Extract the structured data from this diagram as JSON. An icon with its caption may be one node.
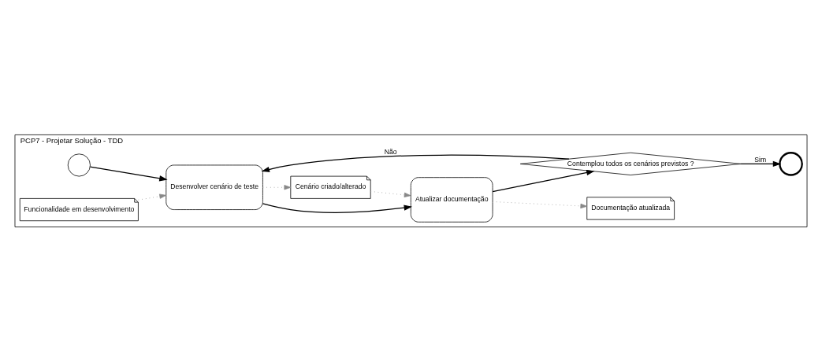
{
  "diagram": {
    "nodes": [
      {
        "text": [
          "PCP7 - Projetar Solução - TDD"
        ]
      },
      {
        "text": [],
        "shape": "circle",
        "in": 0
      },
      {
        "text": [
          "Desenvolver cenário de teste"
        ],
        "in": 0
      },
      {
        "text": [
          "Atualizar documentação"
        ],
        "in": 0
      },
      {
        "text": [],
        "shape": "circle",
        "in": 0
      },
      {
        "text": [
          "Contemplou todos os cenários previstos ?"
        ],
        "in": 0
      },
      {
        "text": [
          "Funcionalidade em desenvolvimento"
        ],
        "in": 0
      },
      {
        "text": [
          "Cenário criado/alterado"
        ],
        "in": 0
      },
      {
        "text": [
          "Documentação atualizada"
        ],
        "in": 0
      }
    ],
    "edges": [
      {
        "from": 1,
        "to": 2,
        "arrow": "to"
      },
      {
        "from": 6,
        "to": 2,
        "arrow": "to",
        "style": "dashed",
        "color": "#888888"
      },
      {
        "from": 2,
        "to": 7,
        "arrow": "to",
        "style": "dashed",
        "color": "#888888"
      },
      {
        "from": 7,
        "to": 3,
        "arrow": "to",
        "style": "dashed",
        "color": "#888888"
      },
      {
        "from": 2,
        "to": 3,
        "arrow": "to"
      },
      {
        "from": 3,
        "to": 5,
        "arrow": "to"
      },
      {
        "from": 5,
        "to": 2,
        "arrow": "to",
        "label": "Não"
      },
      {
        "from": 5,
        "to": 4,
        "arrow": "to",
        "label": "Sim"
      },
      {
        "from": 3,
        "to": 8,
        "arrow": "to",
        "style": "dashed",
        "color": "#888888"
      }
    ]
  }
}
